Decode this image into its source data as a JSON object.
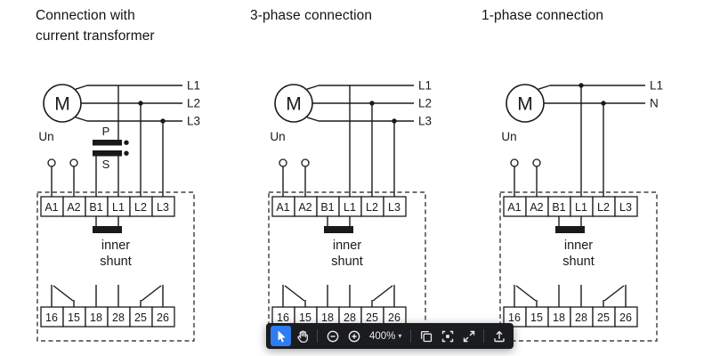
{
  "diagrams": [
    {
      "variant": "current-transformer",
      "title_lines": [
        "Connection with",
        "current transformer"
      ],
      "motor_label": "M",
      "phase_labels": [
        "L1",
        "L2",
        "L3"
      ],
      "supply_label": "Un",
      "ct_primary_label": "P",
      "ct_secondary_label": "S",
      "top_terminals": [
        "A1",
        "A2",
        "B1",
        "L1",
        "L2",
        "L3"
      ],
      "shunt_label_lines": [
        "inner",
        "shunt"
      ],
      "bottom_terminals": [
        "16",
        "15",
        "18",
        "28",
        "25",
        "26"
      ]
    },
    {
      "variant": "three-phase",
      "title_lines": [
        "3-phase connection"
      ],
      "motor_label": "M",
      "phase_labels": [
        "L1",
        "L2",
        "L3"
      ],
      "supply_label": "Un",
      "top_terminals": [
        "A1",
        "A2",
        "B1",
        "L1",
        "L2",
        "L3"
      ],
      "shunt_label_lines": [
        "inner",
        "shunt"
      ],
      "bottom_terminals": [
        "16",
        "15",
        "18",
        "28",
        "25",
        "26"
      ]
    },
    {
      "variant": "one-phase",
      "title_lines": [
        "1-phase connection"
      ],
      "motor_label": "M",
      "phase_labels": [
        "L1",
        "N"
      ],
      "supply_label": "Un",
      "top_terminals": [
        "A1",
        "A2",
        "B1",
        "L1",
        "L2",
        "L3"
      ],
      "shunt_label_lines": [
        "inner",
        "shunt"
      ],
      "bottom_terminals": [
        "16",
        "15",
        "18",
        "28",
        "25",
        "26"
      ]
    }
  ],
  "toolbar": {
    "zoom_level": "400%",
    "caret": "▾",
    "active_tool": "select-tool",
    "items": [
      "select-tool",
      "pan-tool",
      "separator",
      "zoom-out",
      "zoom-in",
      "zoom-level",
      "separator",
      "copy",
      "zoom-to-fit",
      "fullscreen",
      "separator",
      "export"
    ]
  },
  "colors": {
    "ink": "#1a1a1a",
    "toolbar_bg": "#1b1c20",
    "toolbar_icon": "#e9eaec",
    "active_tool_bg": "#2f7bf0"
  }
}
